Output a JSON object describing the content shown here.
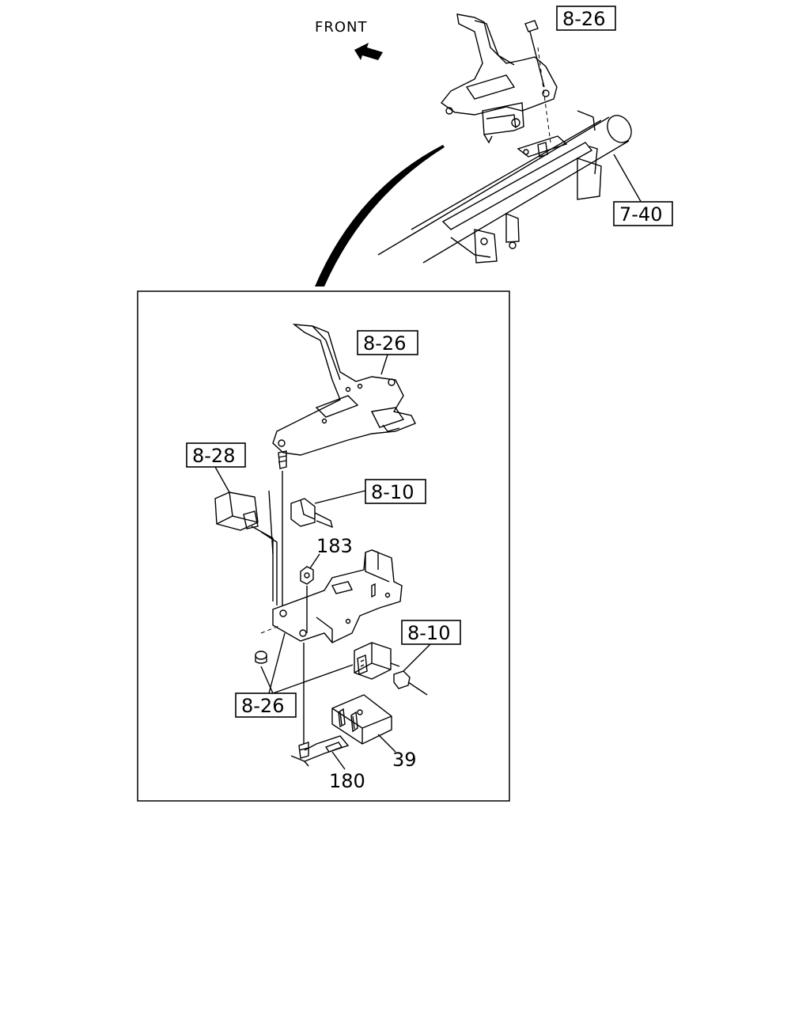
{
  "direction": {
    "label": "FRONT"
  },
  "callouts": {
    "top_bolt": "8-26",
    "crossmember": "7-40",
    "bracket_upper": "8-26",
    "relay_left": "8-28",
    "connector_upper": "8-10",
    "connector_lower": "8-10",
    "fasteners_lower": "8-26"
  },
  "part_numbers": {
    "nut": "183",
    "relay_box": "39",
    "clip": "180"
  }
}
